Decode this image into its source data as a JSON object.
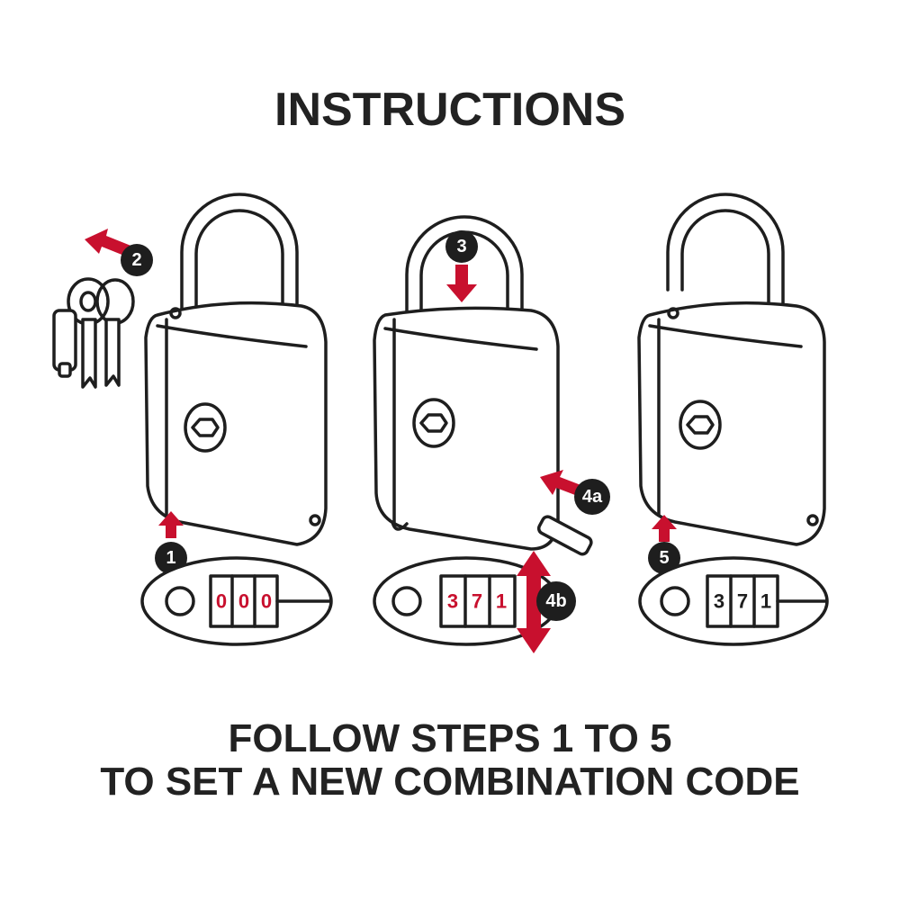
{
  "title": "INSTRUCTIONS",
  "footer": {
    "line1": "FOLLOW STEPS 1 TO 5",
    "line2": "TO SET A NEW COMBINATION CODE"
  },
  "steps": {
    "s1": "1",
    "s2": "2",
    "s3": "3",
    "s4a": "4a",
    "s4b": "4b",
    "s5": "5"
  },
  "dials": {
    "panel1": [
      "0",
      "0",
      "0"
    ],
    "panel2": [
      "3",
      "7",
      "1"
    ],
    "panel3": [
      "3",
      "7",
      "1"
    ]
  },
  "colors": {
    "accent": "#c8102e",
    "ink": "#1e1e1e"
  }
}
